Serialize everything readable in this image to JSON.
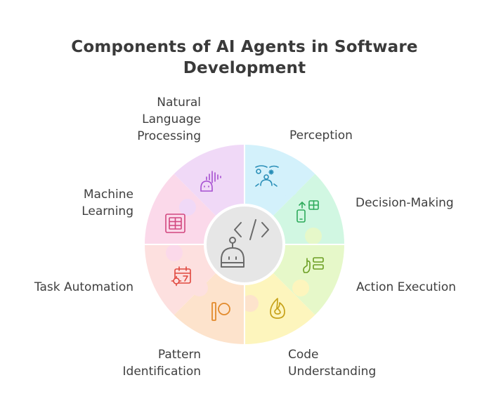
{
  "title": {
    "line1": "Components of AI Agents in Software",
    "line2": "Development"
  },
  "center": {
    "icon": "code-robot-icon"
  },
  "components": [
    {
      "id": "natural-language-processing",
      "lines": [
        "Natural",
        "Language",
        "Processing"
      ],
      "color": "#f0d9f7",
      "icon": "robot-voice-icon",
      "icon_color": "#a64fd1"
    },
    {
      "id": "perception",
      "lines": [
        "Perception"
      ],
      "color": "#d3f1fb",
      "icon": "perception-sensor-icon",
      "icon_color": "#2a8fb8"
    },
    {
      "id": "decision-making",
      "lines": [
        "Decision-Making"
      ],
      "color": "#d1f7e2",
      "icon": "device-grid-icon",
      "icon_color": "#2eaa5b"
    },
    {
      "id": "action-execution",
      "lines": [
        "Action Execution"
      ],
      "color": "#e6f8c9",
      "icon": "gesture-list-icon",
      "icon_color": "#6b9e22"
    },
    {
      "id": "code-understanding",
      "lines": [
        "Code",
        "Understanding"
      ],
      "color": "#fdf5bd",
      "icon": "fire-icon",
      "icon_color": "#c7a21a"
    },
    {
      "id": "pattern-identification",
      "lines": [
        "Pattern",
        "Identification"
      ],
      "color": "#fde3cc",
      "icon": "patreon-icon",
      "icon_color": "#e28a2b"
    },
    {
      "id": "task-automation",
      "lines": [
        "Task Automation"
      ],
      "color": "#fde0df",
      "icon": "calendar-gear-icon",
      "icon_color": "#e0483f"
    },
    {
      "id": "machine-learning",
      "lines": [
        "Machine",
        "Learning"
      ],
      "color": "#fbd9ea",
      "icon": "grid-table-icon",
      "icon_color": "#d2477f"
    }
  ]
}
